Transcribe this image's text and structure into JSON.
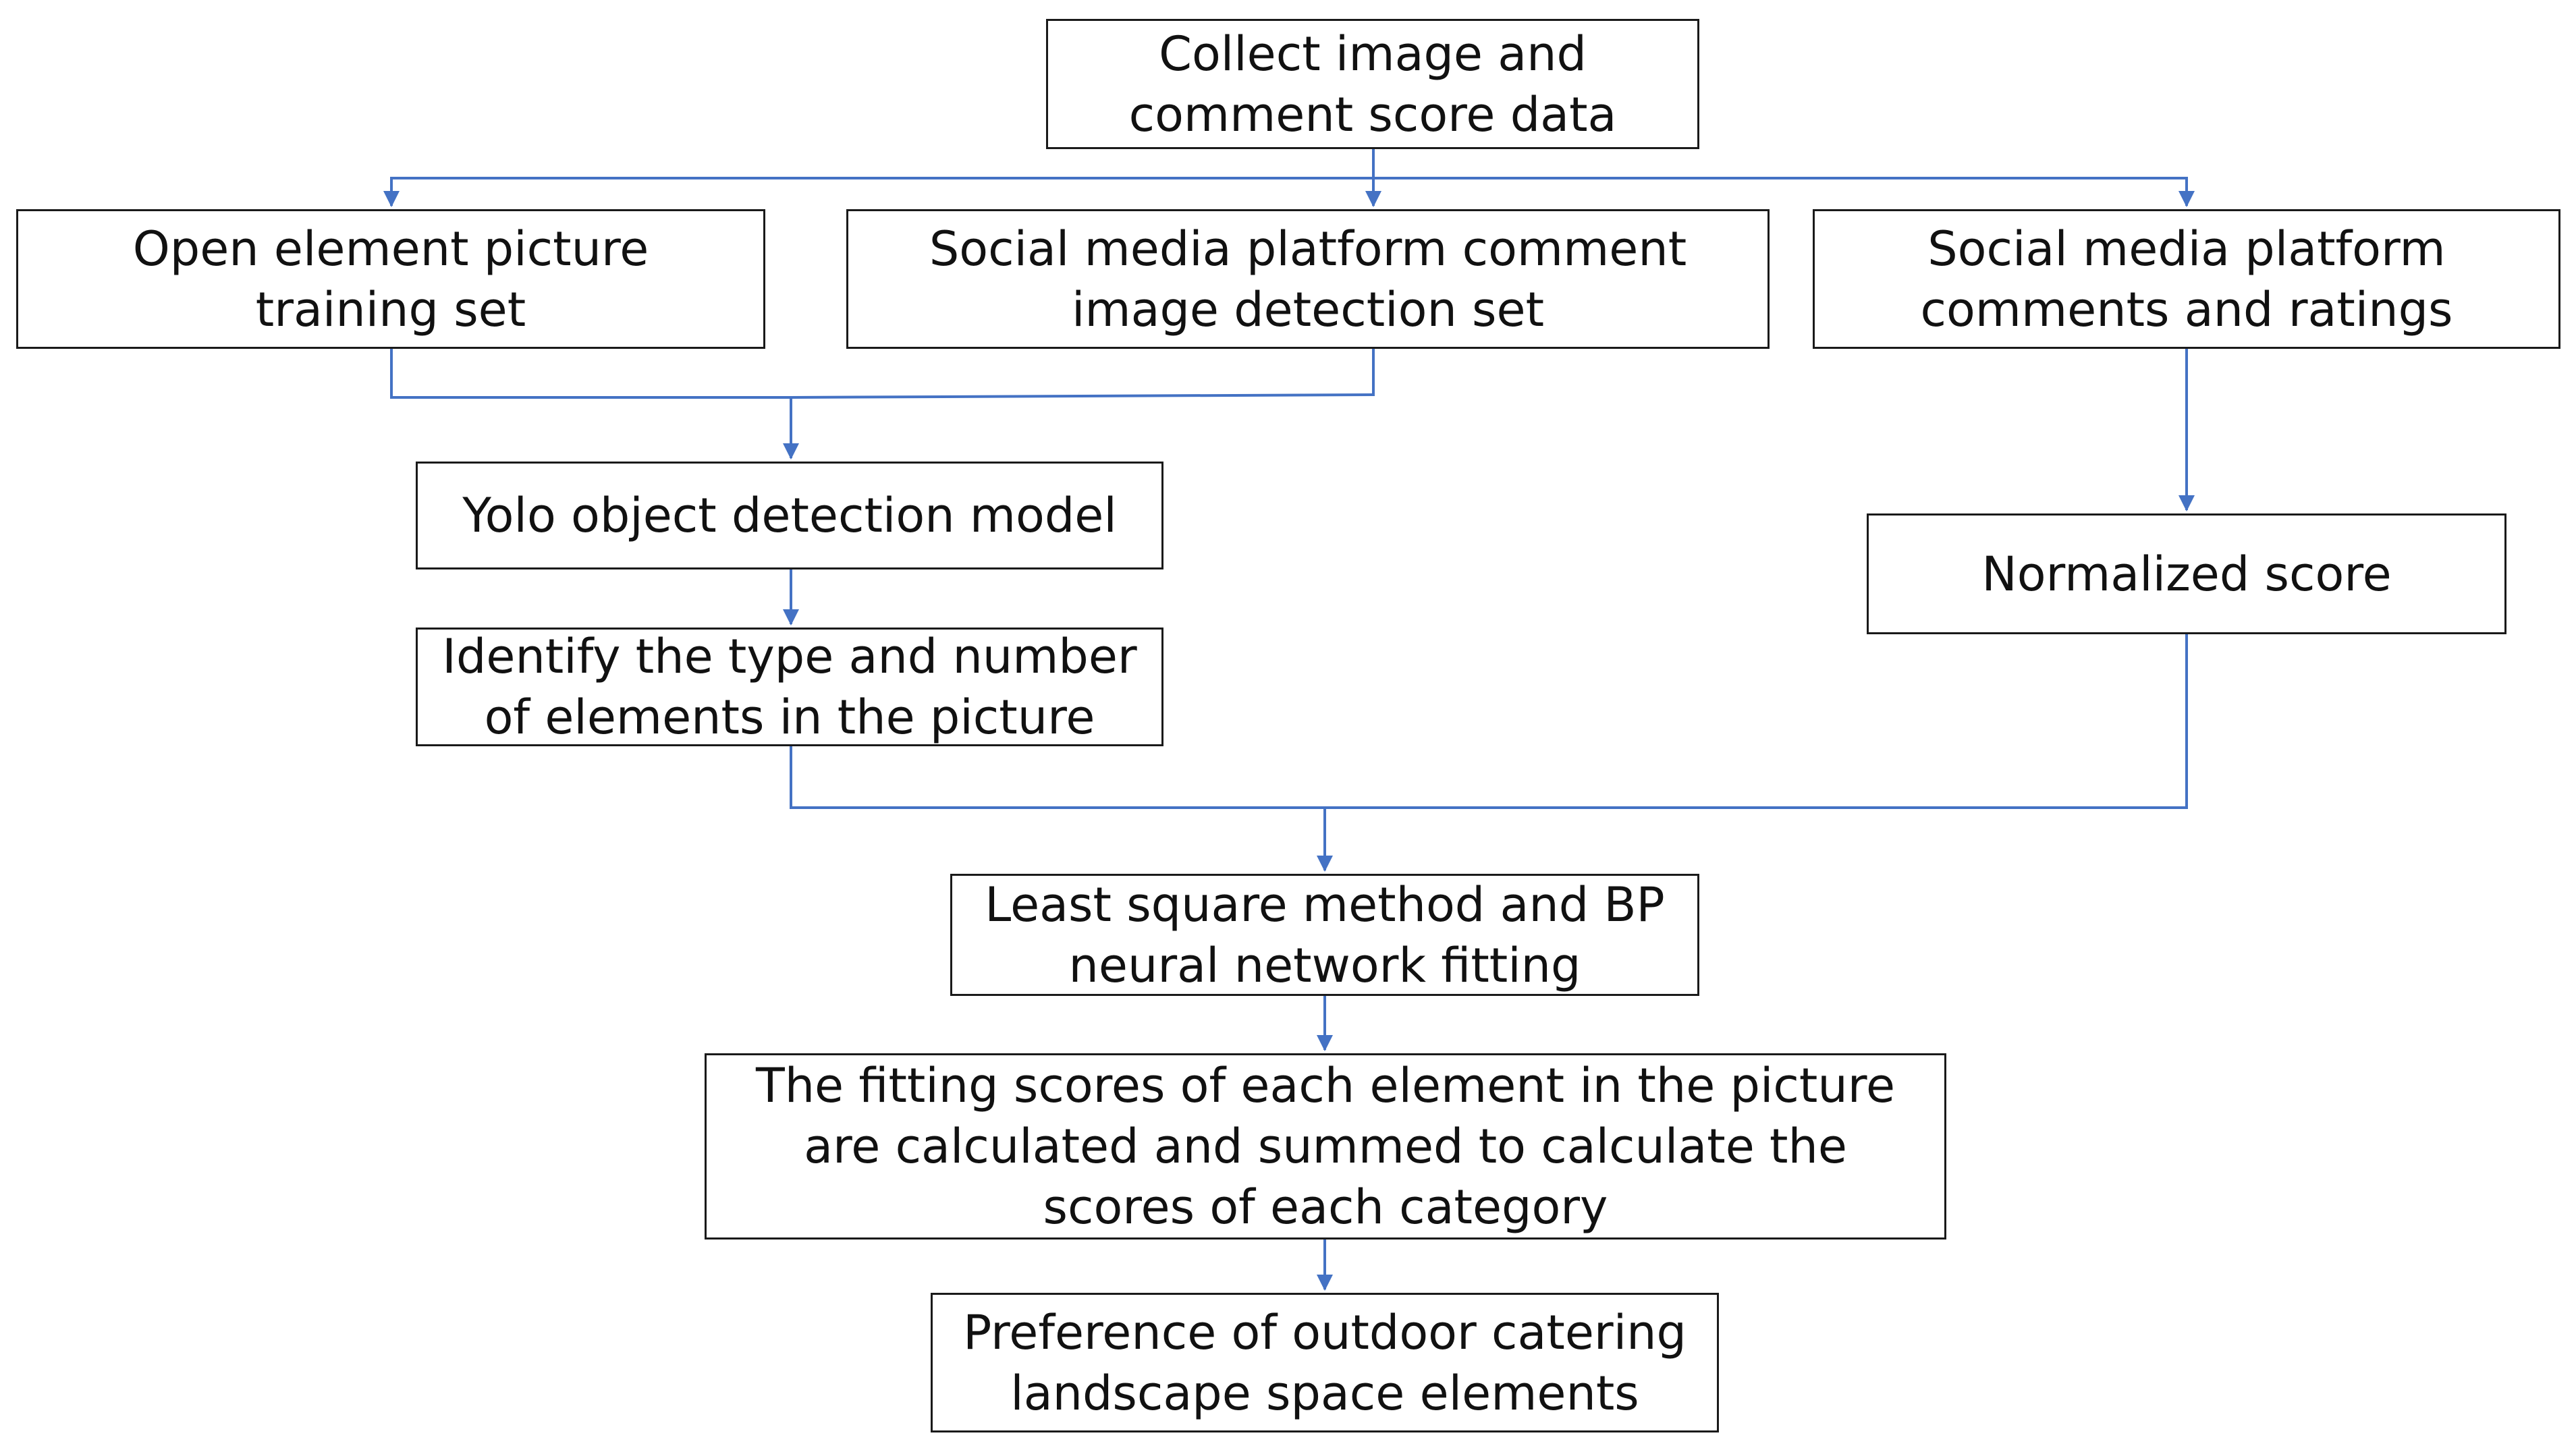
{
  "colors": {
    "connector": "#4472C4",
    "box_border": "#1a1a1a",
    "text": "#111111",
    "background": "#ffffff"
  },
  "nodes": {
    "collect": "Collect image and comment score data",
    "training_set": "Open element picture training set",
    "detection_set": "Social media platform comment image detection set",
    "comments_ratings": "Social media platform comments and ratings",
    "yolo": "Yolo object detection model",
    "normalized": "Normalized score",
    "identify": "Identify the type and number of elements in the picture",
    "fitting": "Least square method and BP neural network fitting",
    "scores": "The fitting scores of each element in the picture are calculated and summed to calculate the scores of each category",
    "preference": "Preference of outdoor catering landscape space elements"
  },
  "edges": [
    {
      "from": "collect",
      "to": "training_set"
    },
    {
      "from": "collect",
      "to": "detection_set"
    },
    {
      "from": "collect",
      "to": "comments_ratings"
    },
    {
      "from": "training_set",
      "to": "yolo"
    },
    {
      "from": "detection_set",
      "to": "yolo"
    },
    {
      "from": "comments_ratings",
      "to": "normalized"
    },
    {
      "from": "yolo",
      "to": "identify"
    },
    {
      "from": "identify",
      "to": "fitting"
    },
    {
      "from": "normalized",
      "to": "fitting"
    },
    {
      "from": "fitting",
      "to": "scores"
    },
    {
      "from": "scores",
      "to": "preference"
    }
  ]
}
